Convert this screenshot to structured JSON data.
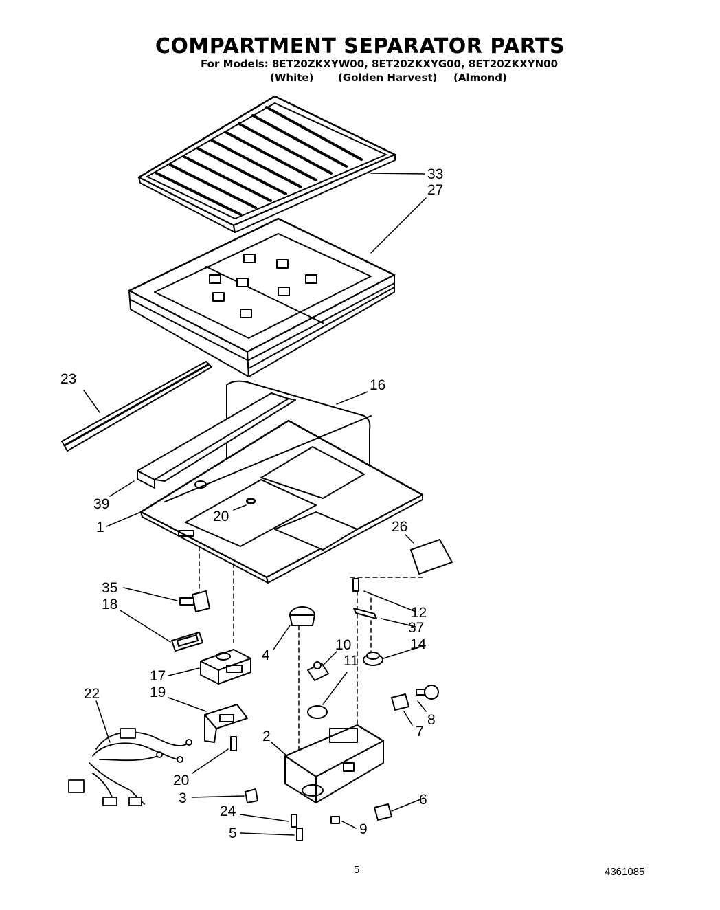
{
  "header": {
    "title": "COMPARTMENT SEPARATOR PARTS",
    "models_line": "For Models: 8ET20ZKXYW00, 8ET20ZKXYG00, 8ET20ZKXYN00",
    "color_white": "(White)",
    "color_golden": "(Golden Harvest)",
    "color_almond": "(Almond)"
  },
  "parts": {
    "p33": "33",
    "p27": "27",
    "p23": "23",
    "p16": "16",
    "p39": "39",
    "p20a": "20",
    "p1": "1",
    "p26": "26",
    "p35": "35",
    "p18": "18",
    "p12": "12",
    "p37": "37",
    "p10": "10",
    "p14": "14",
    "p4": "4",
    "p11": "11",
    "p17": "17",
    "p19": "19",
    "p22": "22",
    "p8": "8",
    "p7": "7",
    "p2": "2",
    "p20b": "20",
    "p3": "3",
    "p6": "6",
    "p24": "24",
    "p5": "5",
    "p9": "9"
  },
  "footer": {
    "page_number": "5",
    "doc_number": "4361085"
  }
}
